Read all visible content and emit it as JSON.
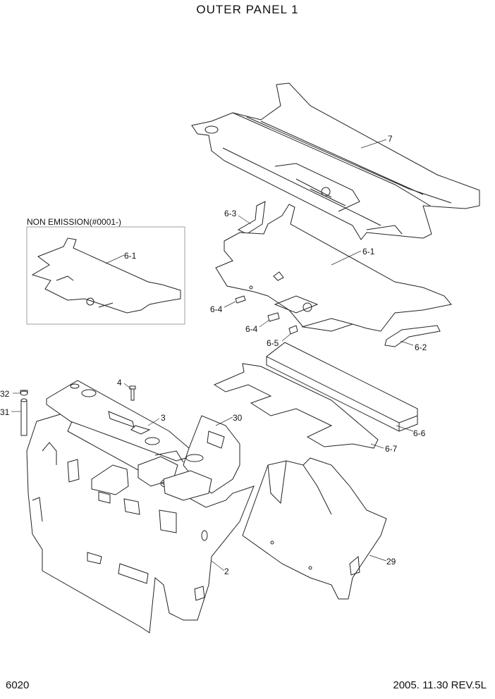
{
  "title": "OUTER PANEL 1",
  "page_number": "6020",
  "revision": "2005. 11.30  REV.5L",
  "inset_label": "NON EMISSION(#0001-)",
  "callouts": {
    "c7": "7",
    "c6_3": "6-3",
    "c6_1": "6-1",
    "c6_1_inset": "6-1",
    "c6_4a": "6-4",
    "c6_4b": "6-4",
    "c6_5": "6-5",
    "c6_2": "6-2",
    "c6_6": "6-6",
    "c6_7": "6-7",
    "c4": "4",
    "c3": "3",
    "c30": "30",
    "c32": "32",
    "c31": "31",
    "c2": "2",
    "c29": "29"
  }
}
